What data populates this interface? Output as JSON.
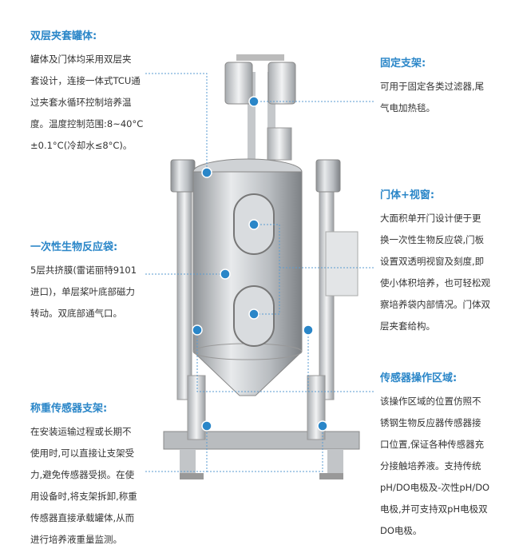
{
  "accent_color": "#2a86c8",
  "sections": [
    {
      "id": "jacket",
      "title": "双层夹套罐体:",
      "lines": [
        "罐体及门体均采用双层夹",
        "套设计，连接一体式TCU通",
        "过夹套水循环控制培养温",
        "度。温度控制范围:8~40°C",
        "±0.1°C(冷却水≤8°C)。"
      ]
    },
    {
      "id": "bracket",
      "title": "固定支架:",
      "lines": [
        "可用于固定各类过滤器,尾",
        "气电加热毯。"
      ]
    },
    {
      "id": "door",
      "title": "门体+视窗:",
      "lines": [
        "大面积单开门设计便于更",
        "换一次性生物反应袋,门板",
        "设置双透明视窗及刻度,即",
        "使小体积培养，也可轻松观",
        "察培养袋内部情况。门体双",
        "层夹套给构。"
      ]
    },
    {
      "id": "bag",
      "title": "一次性生物反应袋:",
      "lines": [
        "5层共挤膜(雷诺丽特9101",
        "进口)，单层桨叶底部磁力",
        "转动。双底部通气口。"
      ]
    },
    {
      "id": "sensor",
      "title": "传感器操作区域:",
      "lines": [
        "该操作区域的位置仿照不",
        "锈钢生物反应器传感器接",
        "口位置,保证各种传感器充",
        "分接触培养液。支持传统",
        "pH/DO电极及-次性pH/DO",
        "电极,并可支持双pH电极双",
        "DO电极。"
      ]
    },
    {
      "id": "weigh",
      "title": "称重传感器支架:",
      "lines": [
        "在安装运输过程或长期不",
        "使用时,可以直接让支架受",
        "力,避免传感器受损。在使",
        "用设备时,将支架拆卸,称重",
        "传感器直接承载罐体,从而",
        "进行培养液重量监测。"
      ]
    }
  ]
}
